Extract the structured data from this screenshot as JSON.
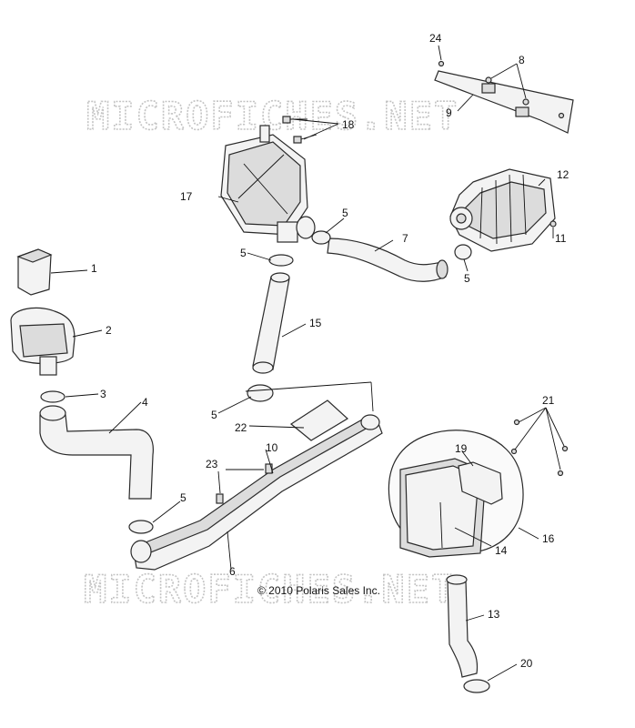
{
  "watermark": {
    "top": "MICROFICHES.NET",
    "bottom": "MICROFICHES.NET"
  },
  "copyright": "© 2010 Polaris Sales Inc.",
  "callouts": [
    "1",
    "2",
    "3",
    "4",
    "5",
    "5",
    "5",
    "5",
    "5",
    "6",
    "7",
    "8",
    "9",
    "10",
    "11",
    "12",
    "13",
    "14",
    "15",
    "16",
    "17",
    "18",
    "19",
    "20",
    "21",
    "22",
    "23",
    "24"
  ],
  "colors": {
    "line": "#2a2a2a",
    "watermark": "#c4c4c4",
    "fill_light": "#f3f3f3",
    "fill_dark": "#dcdcdc"
  }
}
